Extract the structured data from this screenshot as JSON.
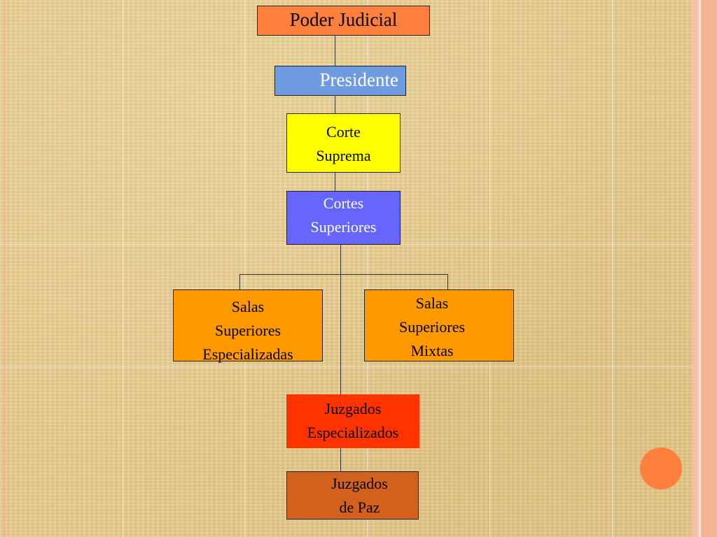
{
  "colors": {
    "poder_judicial": "#ff7f3c",
    "presidente": "#6f9be0",
    "corte_suprema": "#ffff00",
    "cortes_superiores": "#6666ff",
    "salas": "#ff9900",
    "juzgados_especializados": "#ff3300",
    "juzgados_paz": "#d2611e",
    "accent_circle": "#ff7f3c"
  },
  "nodes": {
    "poder_judicial": {
      "label": "Poder Judicial"
    },
    "presidente": {
      "label": "Presidente"
    },
    "corte_suprema": {
      "lines": [
        "Corte",
        "Suprema"
      ]
    },
    "cortes_superiores": {
      "lines": [
        "Cortes",
        "Superiores"
      ]
    },
    "salas_especializadas": {
      "lines": [
        "Salas",
        "Superiores",
        "Especializadas"
      ]
    },
    "salas_mixtas": {
      "lines": [
        "Salas",
        "Superiores",
        "Mixtas"
      ]
    },
    "juzgados_especializados": {
      "lines": [
        "Juzgados",
        "Especializados"
      ]
    },
    "juzgados_paz": {
      "lines": [
        "Juzgados",
        "de Paz"
      ]
    }
  }
}
